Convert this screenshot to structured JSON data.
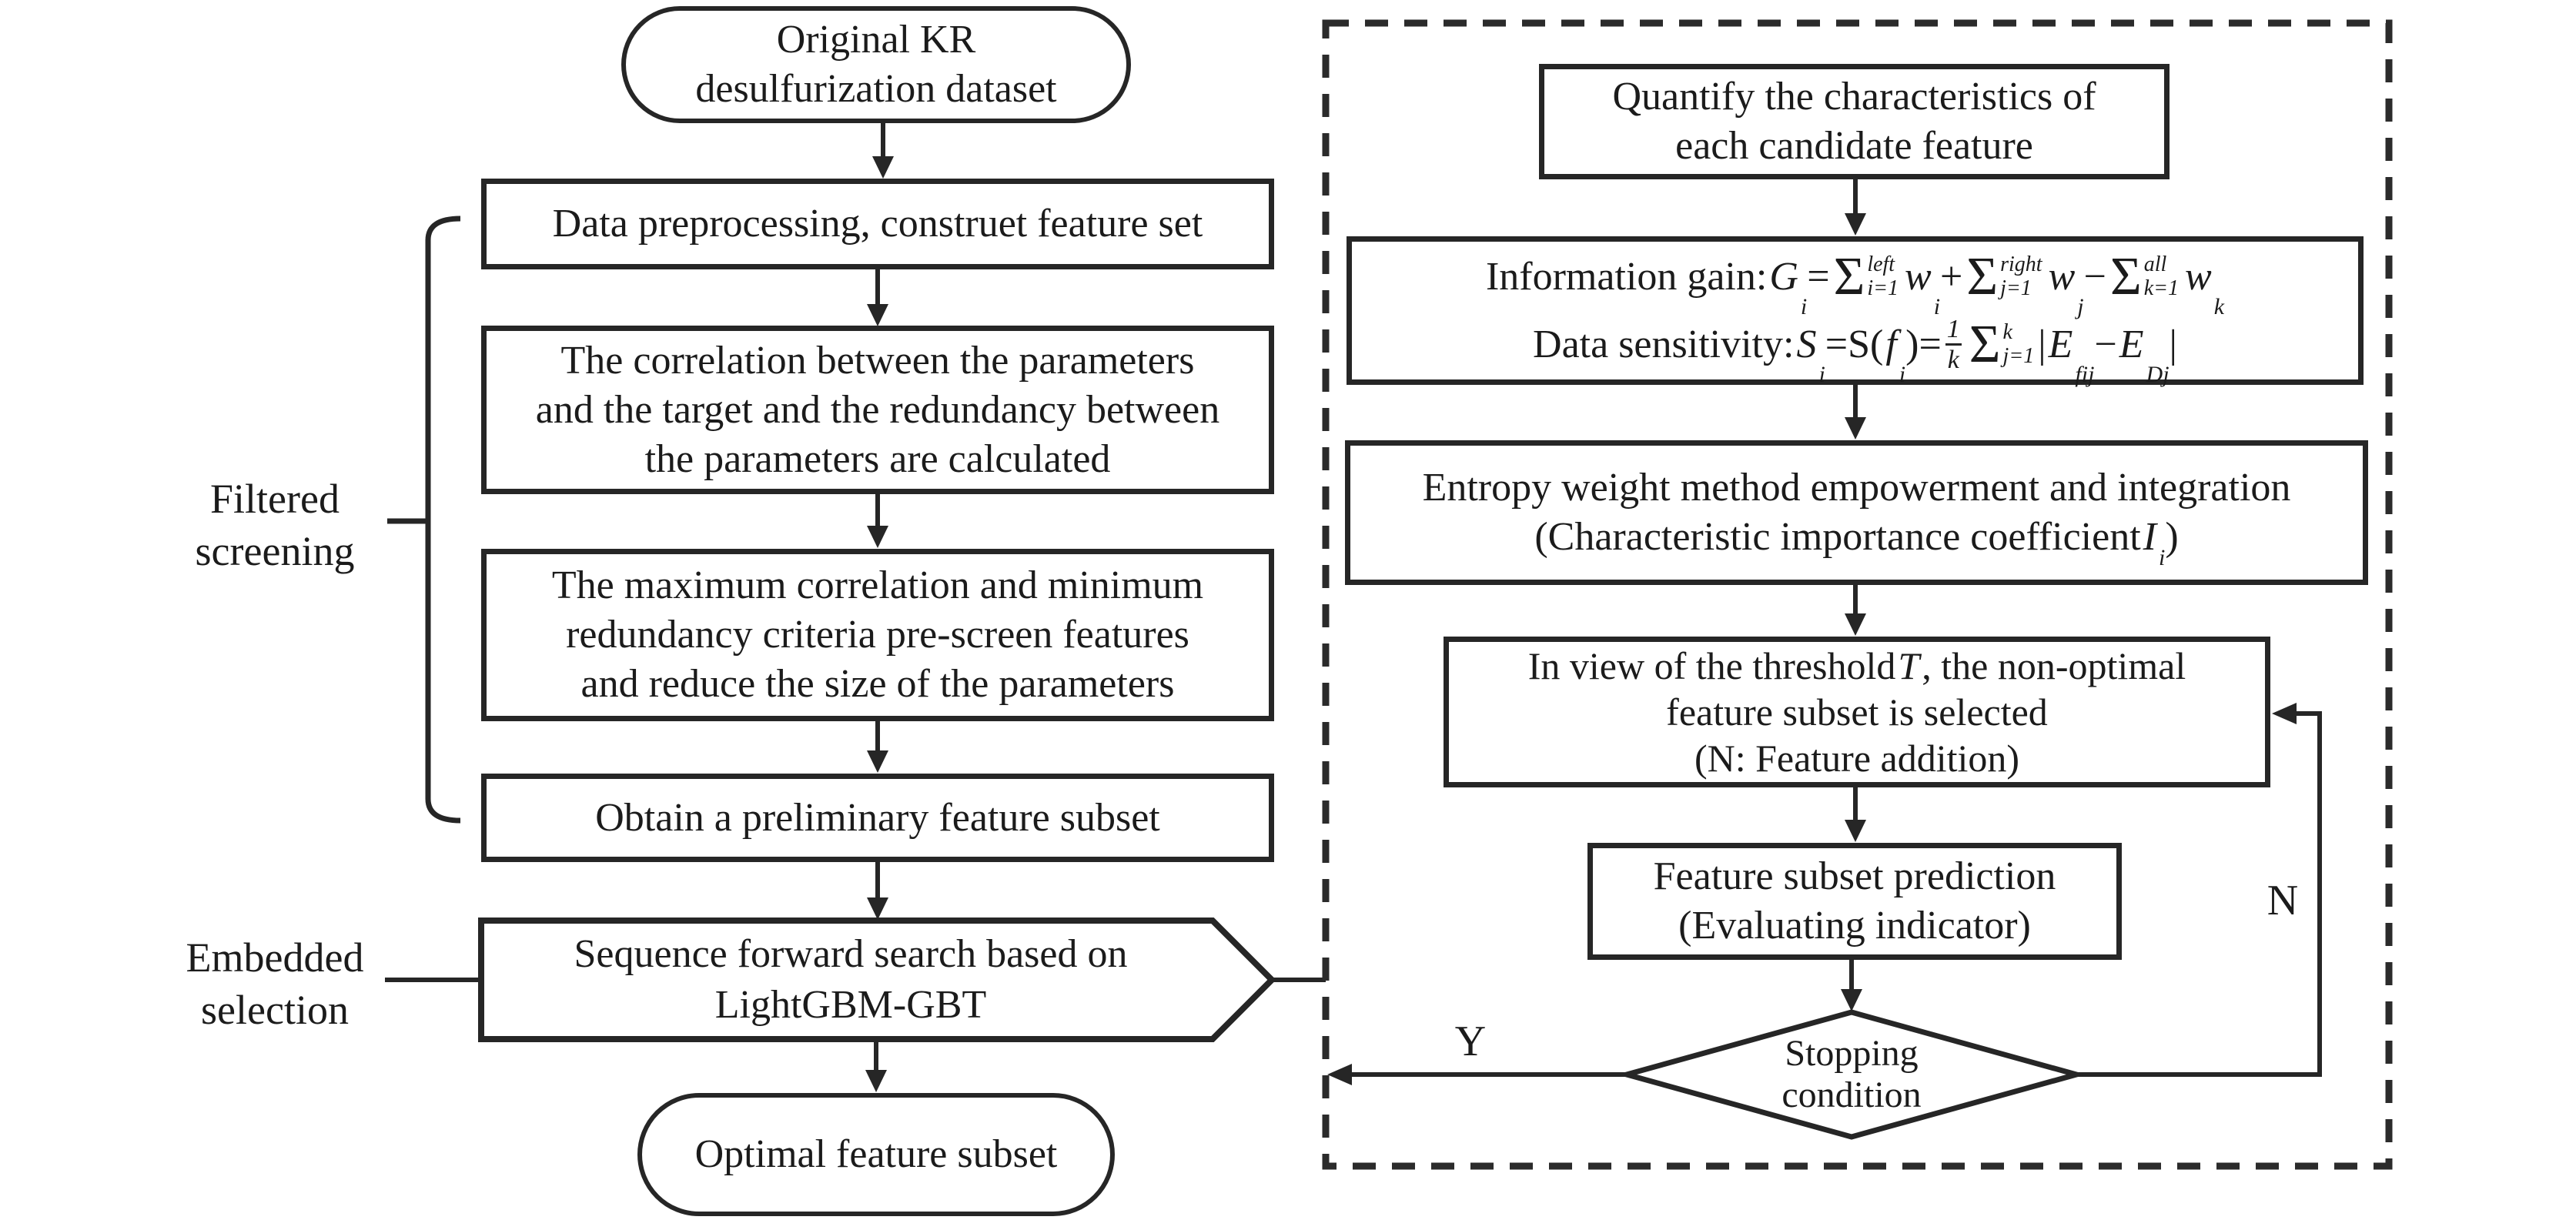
{
  "left_flow": {
    "start_oval": {
      "lines": [
        "Original KR",
        "desulfurization dataset"
      ]
    },
    "box_preprocessing": {
      "text": "Data preprocessing, construet feature set"
    },
    "box_correlation": {
      "lines": [
        "The correlation between the parameters",
        "and the target and the redundancy between",
        "the parameters are calculated"
      ]
    },
    "box_mrmr": {
      "lines": [
        "The maximum correlation and minimum",
        "redundancy criteria pre-screen features",
        "and reduce the size of the parameters"
      ]
    },
    "box_preliminary": {
      "text": "Obtain a preliminary feature subset"
    },
    "pentagon": {
      "lines": [
        "Sequence forward search based on",
        "LightGBM-GBT"
      ]
    },
    "end_oval": {
      "text": "Optimal feature subset"
    },
    "group_labels": {
      "filtered": {
        "lines": [
          "Filtered",
          "screening"
        ]
      },
      "embedded": {
        "lines": [
          "Embedded",
          "selection"
        ]
      }
    }
  },
  "right_flow": {
    "box_quantify": {
      "lines": [
        "Quantify the characteristics of",
        "each candidate feature"
      ]
    },
    "box_formulas": {
      "info_gain": [
        {
          "k": "t",
          "v": "Information gain:"
        },
        {
          "k": "i",
          "v": "G"
        },
        {
          "k": "sub",
          "v": "i"
        },
        {
          "k": "t",
          "v": "="
        },
        {
          "k": "sig",
          "sup": "left",
          "sub": "i=1"
        },
        {
          "k": "i",
          "v": "w"
        },
        {
          "k": "sub",
          "v": "i"
        },
        {
          "k": "t",
          "v": "+"
        },
        {
          "k": "sig",
          "sup": "right",
          "sub": "j=1"
        },
        {
          "k": "i",
          "v": "w"
        },
        {
          "k": "sub",
          "v": "j"
        },
        {
          "k": "t",
          "v": "−"
        },
        {
          "k": "sig",
          "sup": "all",
          "sub": "k=1"
        },
        {
          "k": "i",
          "v": "w"
        },
        {
          "k": "sub",
          "v": "k"
        }
      ],
      "data_sensitivity": [
        {
          "k": "t",
          "v": "Data sensitivity:"
        },
        {
          "k": "i",
          "v": "S"
        },
        {
          "k": "sub",
          "v": "i"
        },
        {
          "k": "t",
          "v": "=S("
        },
        {
          "k": "i",
          "v": "f"
        },
        {
          "k": "sub",
          "v": "i"
        },
        {
          "k": "t",
          "v": ")="
        },
        {
          "k": "frac",
          "num": "1",
          "den": "k"
        },
        {
          "k": "sig",
          "sup": "k",
          "sub": "j=1"
        },
        {
          "k": "t",
          "v": "|"
        },
        {
          "k": "i",
          "v": "E"
        },
        {
          "k": "sub",
          "v": "fij"
        },
        {
          "k": "t",
          "v": "−"
        },
        {
          "k": "i",
          "v": "E"
        },
        {
          "k": "sub",
          "v": "Dj"
        },
        {
          "k": "t",
          "v": "|"
        }
      ]
    },
    "box_entropy": {
      "line1": "Entropy weight method empowerment and integration",
      "line2": [
        {
          "k": "t",
          "v": "(Characteristic importance coefficient "
        },
        {
          "k": "i",
          "v": "I"
        },
        {
          "k": "sub",
          "v": "i"
        },
        {
          "k": "t",
          "v": ")"
        }
      ]
    },
    "box_threshold": {
      "line1": [
        {
          "k": "t",
          "v": "In view of the threshold "
        },
        {
          "k": "i",
          "v": "T"
        },
        {
          "k": "t",
          "v": ", the non-optimal"
        }
      ],
      "line2": "feature subset is selected",
      "line3": "(N: Feature addition)"
    },
    "box_prediction": {
      "lines": [
        "Feature subset prediction",
        "(Evaluating indicator)"
      ]
    },
    "diamond": {
      "lines": [
        "Stopping",
        "condition"
      ]
    },
    "label_yes": "Y",
    "label_no": "N"
  },
  "colors": {
    "ink": "#262626",
    "background": "#ffffff"
  }
}
